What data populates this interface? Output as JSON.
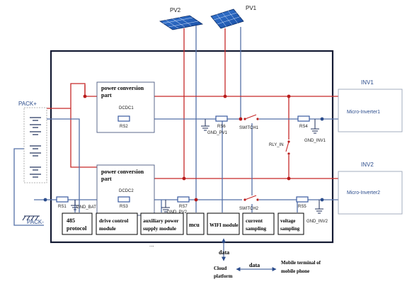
{
  "title": "",
  "pv": {
    "pv1": "PV1",
    "pv2": "PV2"
  },
  "pack": {
    "plus": "PACK+",
    "minus": "PACK-"
  },
  "inverters": {
    "inv1_label": "INV1",
    "inv1_name": "Micro-Inverter1",
    "inv2_label": "INV2",
    "inv2_name": "Micro-Inverter2"
  },
  "power_blocks": [
    {
      "title_line1": "power conversion",
      "title_line2": "part",
      "dcdc": "DCDC1",
      "resistor": "RS2"
    },
    {
      "title_line1": "power conversion",
      "title_line2": "part",
      "dcdc": "DCDC2",
      "resistor": "RS3"
    }
  ],
  "components": {
    "rs1": "RS1",
    "rs4": "RS4",
    "rs5": "RS5",
    "rs6": "RS6",
    "rs7": "RS7",
    "gnd_bat": "GND_BAT",
    "gnd_pv1": "GND_PV1",
    "gnd_pv2": "GND_PV2",
    "gnd_inv1": "GND_INV1",
    "gnd_inv2": "GND_INV2",
    "switch1": "SWITCH1",
    "switch2": "SWITCH2",
    "rly_in": "RLY_IN"
  },
  "modules": {
    "m485_line1": "485",
    "m485_line2": "protocol",
    "drive_line1": "drive control",
    "drive_line2": "module",
    "aux_line1": "auxiliary power",
    "aux_line2": "supply module",
    "mcu": "mcu",
    "wifi": "WIFI module",
    "current_line1": "current",
    "current_line2": "sampling",
    "voltage_line1": "voltage",
    "voltage_line2": "sampling",
    "ellipsis": "..."
  },
  "cloud": {
    "data_top": "data",
    "platform_line1": "Cloud",
    "platform_line2": "platform",
    "data_mid": "data",
    "mobile_line1": "Mobile terminal of",
    "mobile_line2": "mobile phone"
  },
  "colors": {
    "power_line": "#c62828",
    "signal_line": "#5470a8",
    "frame": "#1f2f5a",
    "panel": "#1e5bb8"
  }
}
